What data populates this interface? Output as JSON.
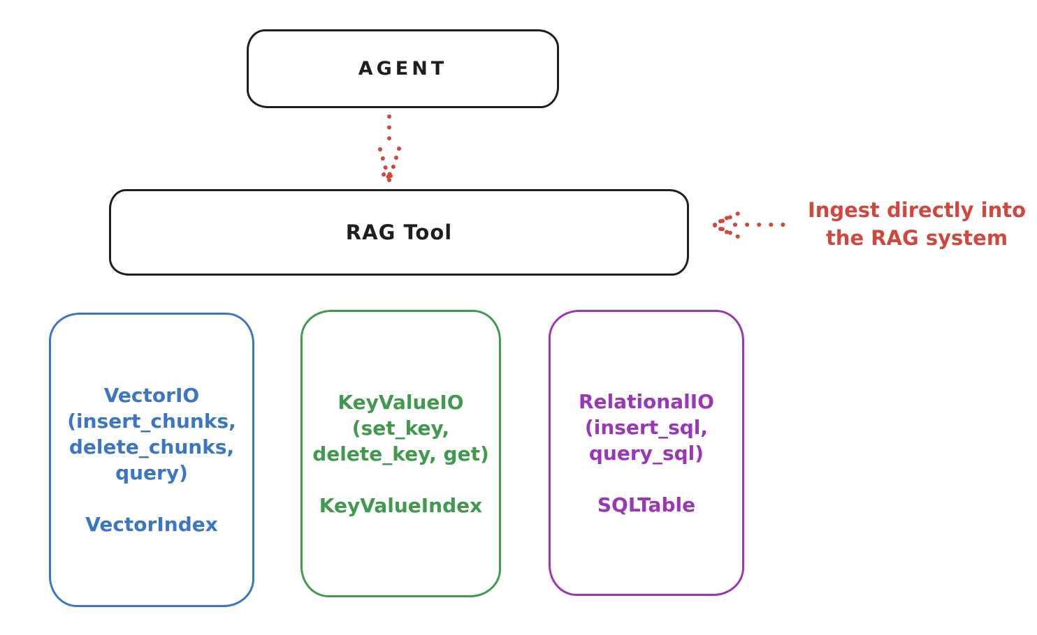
{
  "diagram": {
    "agent_box": {
      "label": "AGENT"
    },
    "rag_tool_box": {
      "label": "RAG Tool"
    },
    "annotation": {
      "line1": "Ingest directly into",
      "line2": "the RAG system"
    },
    "io_boxes": [
      {
        "id": "vector-io",
        "color": "#3b76c4",
        "lines": [
          "VectorIO",
          "(insert_chunks,",
          "delete_chunks,",
          "query)"
        ],
        "index_label": "VectorIndex"
      },
      {
        "id": "keyvalue-io",
        "color": "#41994d",
        "lines": [
          "KeyValueIO",
          "(set_key,",
          "delete_key, get)"
        ],
        "index_label": "KeyValueIndex"
      },
      {
        "id": "relational-io",
        "color": "#9a36b8",
        "lines": [
          "RelationalIO",
          "(insert_sql,",
          "query_sql)"
        ],
        "index_label": "SQLTable"
      }
    ],
    "colors": {
      "stroke_black": "#1e1e1e",
      "arrow_red": "#d1473d",
      "blue": "#3b76c4",
      "green": "#41994d",
      "purple": "#9a36b8",
      "background": "#ffffff"
    },
    "icons": {
      "down_arrow": "dotted-down-arrow-icon",
      "left_arrow": "dotted-left-arrow-icon"
    }
  }
}
